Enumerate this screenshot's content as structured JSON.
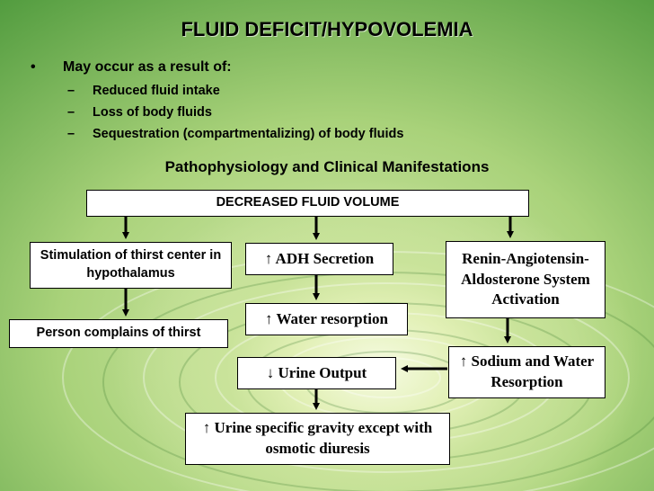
{
  "title": "FLUID DEFICIT/HYPOVOLEMIA",
  "bullet": {
    "symbol": "•",
    "text": "May occur as a result of:",
    "items": [
      "Reduced fluid intake",
      "Loss of body fluids",
      "Sequestration (compartmentalizing) of body fluids"
    ],
    "dash": "–"
  },
  "section_title": "Pathophysiology and Clinical Manifestations",
  "nodes": {
    "decreased": "DECREASED FLUID VOLUME",
    "thirst_center": "Stimulation of thirst center in hypothalamus",
    "adh": "↑ ADH Secretion",
    "raas": "Renin-Angiotensin-Aldosterone System Activation",
    "complains": "Person complains of thirst",
    "water_resorption": "↑ Water resorption",
    "sodium_water": "↑ Sodium and Water Resorption",
    "urine_output": "↓ Urine Output",
    "urine_gravity": "↑ Urine specific gravity except with osmotic diuresis"
  },
  "colors": {
    "box_border": "#000000",
    "box_fill": "#ffffff",
    "arrow": "#000000"
  }
}
